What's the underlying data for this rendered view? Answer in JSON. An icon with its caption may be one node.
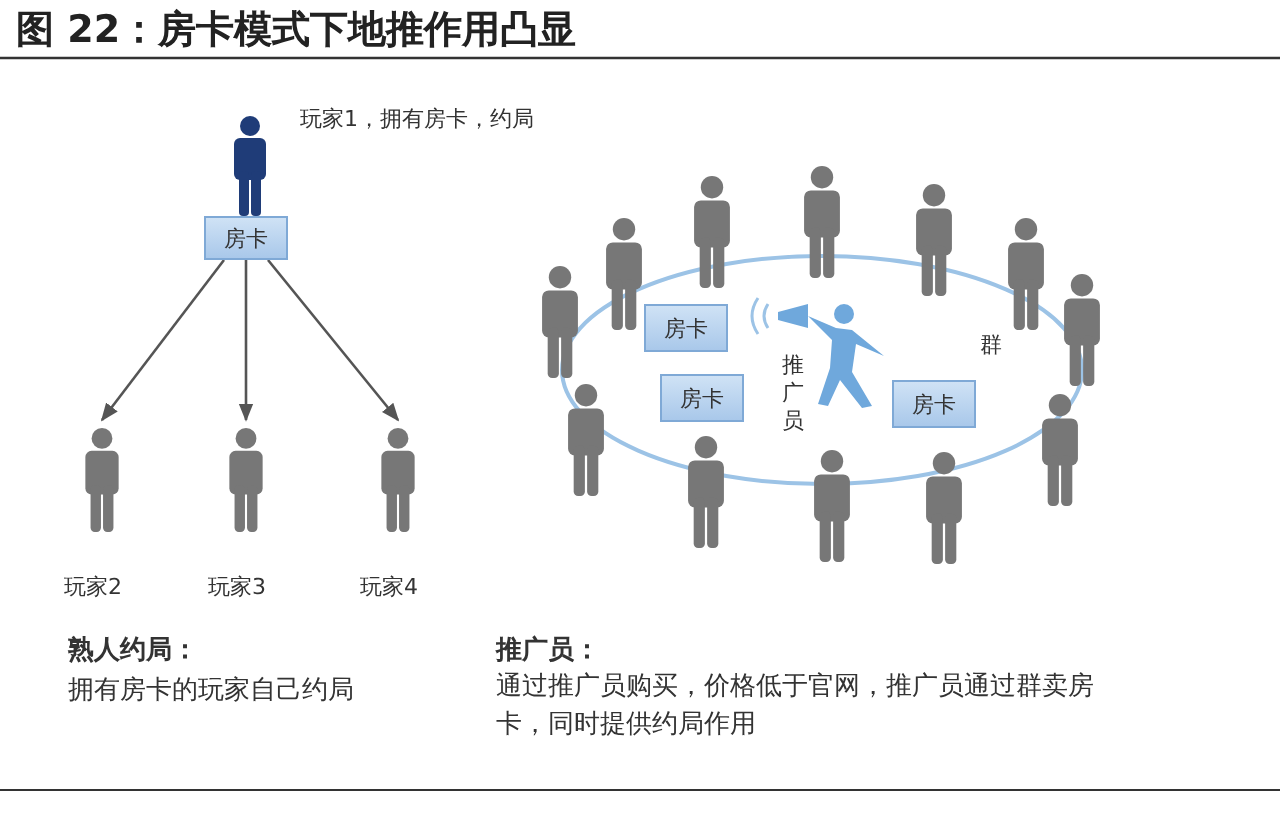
{
  "diagram": {
    "title": "图 22：房卡模式下地推作用凸显",
    "nodes": [
      {
        "text": [
          "玩家1，拥有房卡，约局"
        ]
      },
      {
        "text": [
          "房卡"
        ]
      },
      {
        "text": [
          "玩家2"
        ]
      },
      {
        "text": [
          "玩家3"
        ]
      },
      {
        "text": [
          "玩家4"
        ]
      },
      {
        "text": [
          "房卡"
        ]
      },
      {
        "text": [
          "房卡"
        ]
      },
      {
        "text": [
          "房卡"
        ]
      }
    ],
    "edges": [
      {
        "from": 1,
        "to": 2,
        "arrow": "to"
      },
      {
        "from": 1,
        "to": 3,
        "arrow": "to"
      },
      {
        "from": 1,
        "to": 4,
        "arrow": "to"
      }
    ],
    "labels": [
      "推广员",
      "群",
      "熟人约局：",
      "拥有房卡的玩家自己约局",
      "推广员：",
      "通过推广员购买，价格低于官网，推广员通过群卖房卡，同时提供约局作用"
    ]
  }
}
